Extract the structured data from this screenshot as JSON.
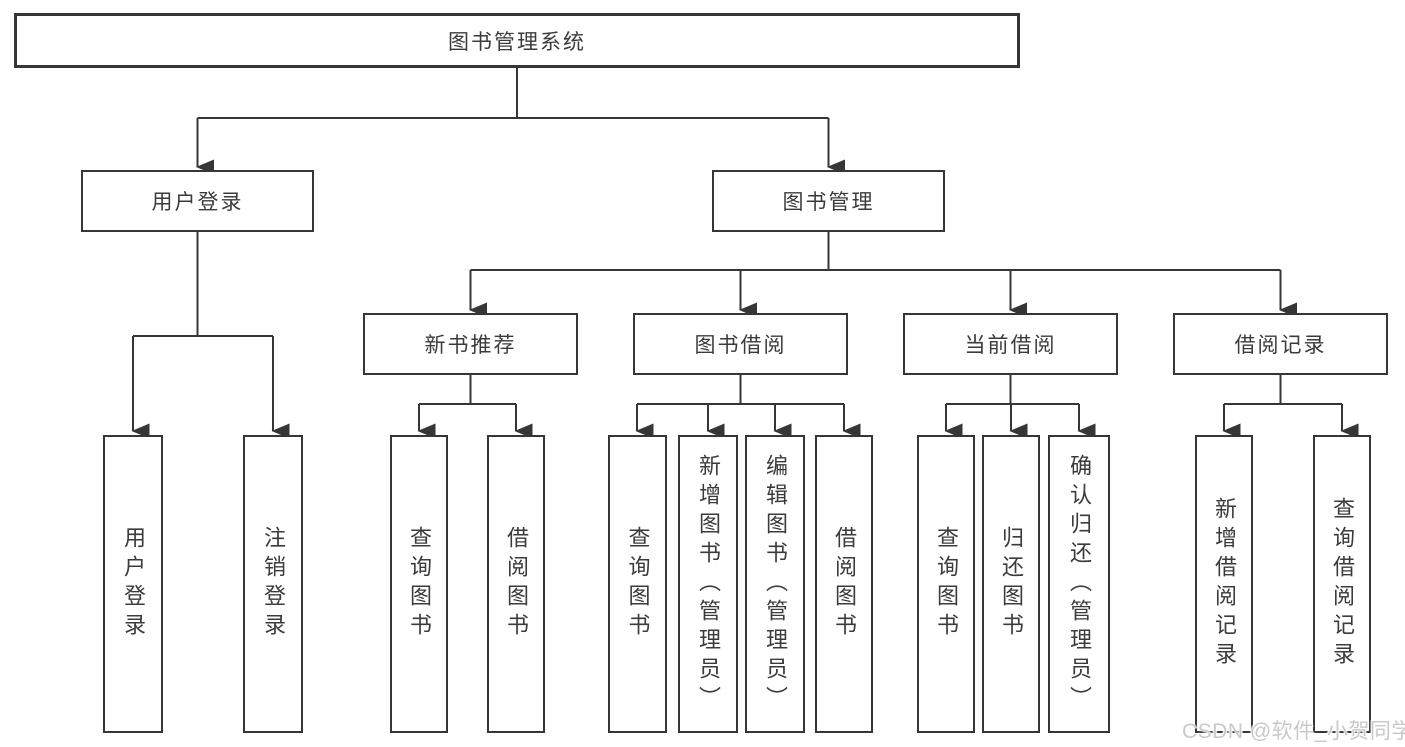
{
  "tree": {
    "label": "图书管理系统",
    "children": [
      {
        "label": "用户登录",
        "children": [
          {
            "label": "用户登录"
          },
          {
            "label": "注销登录"
          }
        ]
      },
      {
        "label": "图书管理",
        "children": [
          {
            "label": "新书推荐",
            "children": [
              {
                "label": "查询图书"
              },
              {
                "label": "借阅图书"
              }
            ]
          },
          {
            "label": "图书借阅",
            "children": [
              {
                "label": "查询图书"
              },
              {
                "label": "新增图书（管理员）"
              },
              {
                "label": "编辑图书（管理员）"
              },
              {
                "label": "借阅图书"
              }
            ]
          },
          {
            "label": "当前借阅",
            "children": [
              {
                "label": "查询图书"
              },
              {
                "label": "归还图书"
              },
              {
                "label": "确认归还（管理员）"
              }
            ]
          },
          {
            "label": "借阅记录",
            "children": [
              {
                "label": "新增借阅记录"
              },
              {
                "label": "查询借阅记录"
              }
            ]
          }
        ]
      }
    ]
  },
  "watermark": {
    "text": "CSDN @软件_小贺同学"
  },
  "colors": {
    "line": "#363636",
    "text": "#3b3b3b",
    "watermark": "#c9c9c9"
  }
}
